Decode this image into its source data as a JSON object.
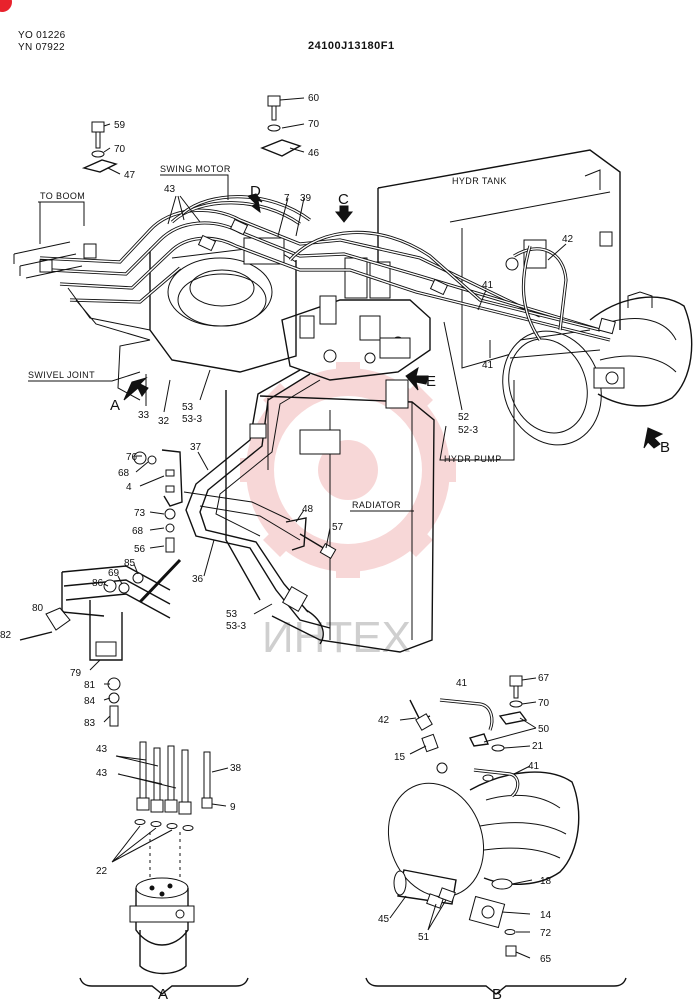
{
  "header": {
    "ref_line_1": "YO 01226",
    "ref_line_2": "YN 07922",
    "doc_code": "24100J13180F1"
  },
  "brand": {
    "corner_color": "#e8222c",
    "watermark_text": "ИНТЕХ",
    "watermark_color": "#f2b7b7",
    "watermark_text_color": "#cfcfcf"
  },
  "labels": {
    "swing_motor": "SWING MOTOR",
    "to_boom": "TO BOOM",
    "swivel_joint": "SWIVEL JOINT",
    "hydr_tank": "HYDR TANK",
    "hydr_pump": "HYDR PUMP",
    "radiator": "RADIATOR"
  },
  "view_arrows": {
    "a": "A",
    "b": "B",
    "c": "C",
    "d": "D",
    "e": "E"
  },
  "callouts": {
    "p59": "59",
    "p70a": "70",
    "p47": "47",
    "p60": "60",
    "p70b": "70",
    "p46": "46",
    "p43a": "43",
    "p7": "7",
    "p39": "39",
    "p42a": "42",
    "p41a": "41",
    "p41b": "41",
    "p33": "33",
    "p32": "32",
    "p53a": "53",
    "p53_3a": "53-3",
    "p52": "52",
    "p52_3": "52-3",
    "p76": "76",
    "p68a": "68",
    "p4": "4",
    "p37": "37",
    "p73": "73",
    "p68b": "68",
    "p56": "56",
    "p48": "48",
    "p57": "57",
    "p85": "85",
    "p69": "69",
    "p86": "86",
    "p36": "36",
    "p80": "80",
    "p82": "82",
    "p79": "79",
    "p53b": "53",
    "p53_3b": "53-3",
    "p81": "81",
    "p84": "84",
    "p83": "83",
    "p43b": "43",
    "p43c": "43",
    "p38": "38",
    "p9": "9",
    "p22": "22",
    "p41c": "41",
    "p67": "67",
    "p70c": "70",
    "p42b": "42",
    "p50": "50",
    "p15": "15",
    "p21": "21",
    "p41d": "41",
    "p18": "18",
    "p45": "45",
    "p14": "14",
    "p51": "51",
    "p72": "72",
    "p65": "65"
  },
  "section_labels": {
    "a": "A",
    "b": "B"
  }
}
